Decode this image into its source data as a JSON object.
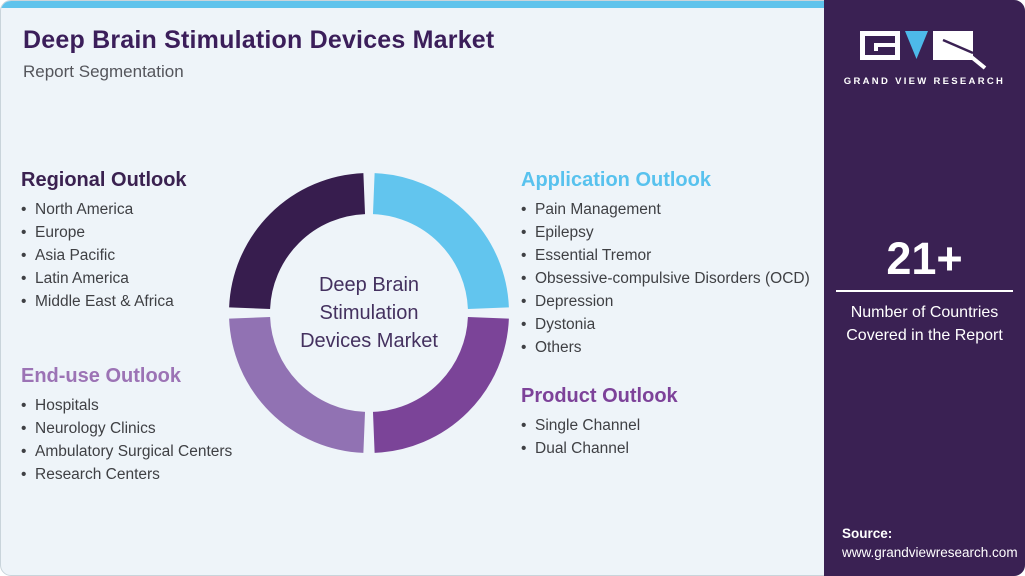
{
  "header": {
    "title": "Deep Brain Stimulation Devices Market",
    "subtitle": "Report Segmentation"
  },
  "sections": {
    "regional": {
      "title": "Regional Outlook",
      "items": [
        "North America",
        "Europe",
        "Asia Pacific",
        "Latin America",
        "Middle East & Africa"
      ]
    },
    "end_use": {
      "title": "End-use Outlook",
      "items": [
        "Hospitals",
        "Neurology Clinics",
        "Ambulatory Surgical Centers",
        "Research Centers"
      ]
    },
    "application": {
      "title": "Application Outlook",
      "items": [
        "Pain Management",
        "Epilepsy",
        "Essential Tremor",
        "Obsessive-compulsive Disorders (OCD)",
        "Depression",
        "Dystonia",
        "Others"
      ]
    },
    "product": {
      "title": "Product Outlook",
      "items": [
        "Single Channel",
        "Dual Channel"
      ]
    }
  },
  "chart_data": {
    "type": "pie",
    "subtype": "donut",
    "center_label": "Deep Brain Stimulation Devices Market",
    "center_label_lines": [
      "Deep Brain",
      "Stimulation",
      "Devices Market"
    ],
    "segments": [
      {
        "name": "Application Outlook",
        "value": 25,
        "color": "#62c5ee"
      },
      {
        "name": "Product Outlook",
        "value": 25,
        "color": "#7b4498"
      },
      {
        "name": "End-use Outlook",
        "value": 25,
        "color": "#9172b3"
      },
      {
        "name": "Regional Outlook",
        "value": 25,
        "color": "#371d4e"
      }
    ],
    "legend_position": "none",
    "notes": "Four equal quadrants, clockwise from top; gaps on vertical and horizontal axes"
  },
  "sidebar": {
    "brand": "GRAND VIEW RESEARCH",
    "stat": {
      "value": "21+",
      "label_line1": "Number of Countries",
      "label_line2": "Covered in the Report"
    },
    "source": {
      "label": "Source:",
      "url": "www.grandviewresearch.com"
    }
  },
  "colors": {
    "card_background": "#eef4f9",
    "top_bar": "#5fc3ec",
    "title": "#3b1e5a",
    "subtitle": "#54555b",
    "body_text": "#3f4044",
    "sidebar_background": "#3a2153",
    "heading_regional": "#3a2150",
    "heading_end_use": "#9c73b5",
    "heading_application": "#58c2ee",
    "heading_product": "#7d4299",
    "donut_center_text": "#44315f",
    "logo_triangle": "#4db9e9"
  }
}
